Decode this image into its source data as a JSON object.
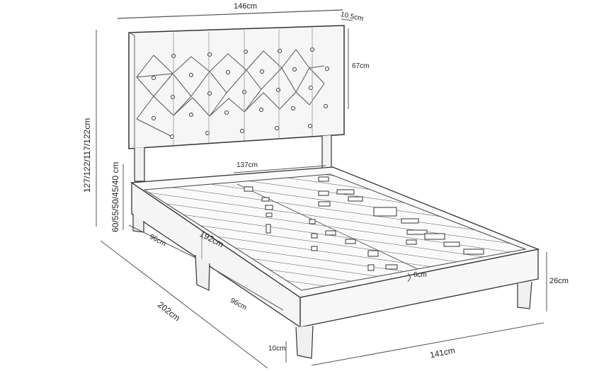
{
  "diagram": {
    "subject": "Upholstered bed frame with tufted headboard",
    "style": "line-art technical drawing",
    "colors": {
      "background": "#ffffff",
      "line": "#333333",
      "fill": "#f6f6f6"
    },
    "dimensions": {
      "headboard_width": "146cm",
      "headboard_depth": "10.5cm",
      "headboard_panel_height": "67cm",
      "total_height": "127/122/117/122cm",
      "headboard_adjust_height": "60/55/50/45/40 cm",
      "inner_width": "137cm",
      "inner_length": "192cm",
      "side_rail_half_front": "96cm",
      "side_rail_half_back": "96cm",
      "overall_length": "202cm",
      "overall_width": "141cm",
      "frame_height": "26cm",
      "leg_height": "10cm",
      "slat_gap": "6cm"
    }
  }
}
